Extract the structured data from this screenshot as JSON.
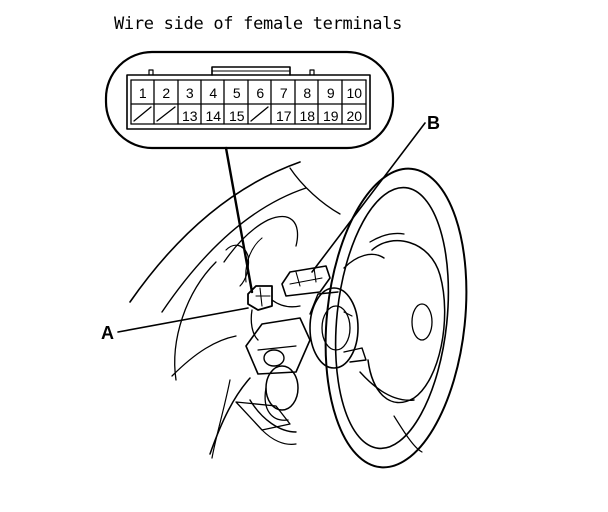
{
  "title": "Wire side of female terminals",
  "connector": {
    "row1": [
      "1",
      "2",
      "3",
      "4",
      "5",
      "6",
      "7",
      "8",
      "9",
      "10"
    ],
    "row2": [
      "",
      "",
      "13",
      "14",
      "15",
      "",
      "17",
      "18",
      "19",
      "20"
    ]
  },
  "callouts": {
    "a": "A",
    "b": "B"
  }
}
